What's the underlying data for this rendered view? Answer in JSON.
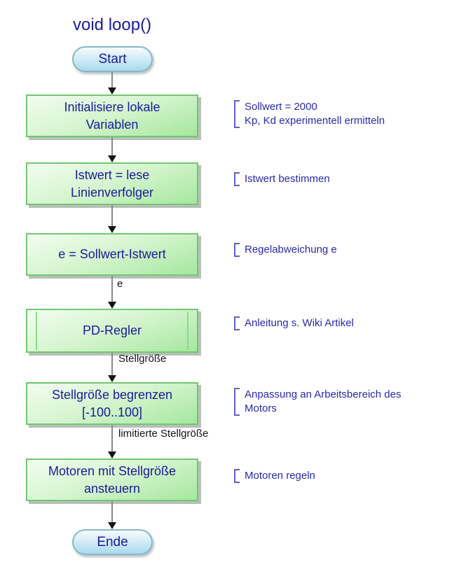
{
  "title": "void loop()",
  "terminals": {
    "start": {
      "label": "Start"
    },
    "end": {
      "label": "Ende"
    }
  },
  "steps": [
    {
      "label": "Initialisiere lokale\nVariablen",
      "type": "process",
      "annotation": "Sollwert = 2000\nKp, Kd experimentell ermitteln",
      "arrow_label": ""
    },
    {
      "label": "Istwert = lese\nLinienverfolger",
      "type": "process",
      "annotation": "Istwert bestimmen",
      "arrow_label": ""
    },
    {
      "label": "e = Sollwert-Istwert",
      "type": "process",
      "annotation": "Regelabweichung e",
      "arrow_label": "e"
    },
    {
      "label": "PD-Regler",
      "type": "predefined-process",
      "annotation": "Anleitung s. Wiki Artikel",
      "arrow_label": "Stellgröße"
    },
    {
      "label": "Stellgröße begrenzen\n[-100..100]",
      "type": "process",
      "annotation": "Anpassung an Arbeitsbereich des\nMotors",
      "arrow_label": "limitierte Stellgröße"
    },
    {
      "label": "Motoren mit Stellgröße\nansteuern",
      "type": "process",
      "annotation": "Motoren regeln",
      "arrow_label": ""
    }
  ],
  "colors": {
    "node_text": "#1a1a9e",
    "box_border": "#70c870",
    "box_fill_top": "#f2fdf0",
    "box_fill_bottom": "#a5e79e",
    "terminal_border": "#86b7cb",
    "terminal_fill_bottom": "#a9daee",
    "annotation_text": "#2929ae",
    "annotation_bracket": "#6060c0",
    "arrow_line": "#8a8a8a",
    "arrow_head": "#141414",
    "shadow": "#b9bfb9"
  }
}
